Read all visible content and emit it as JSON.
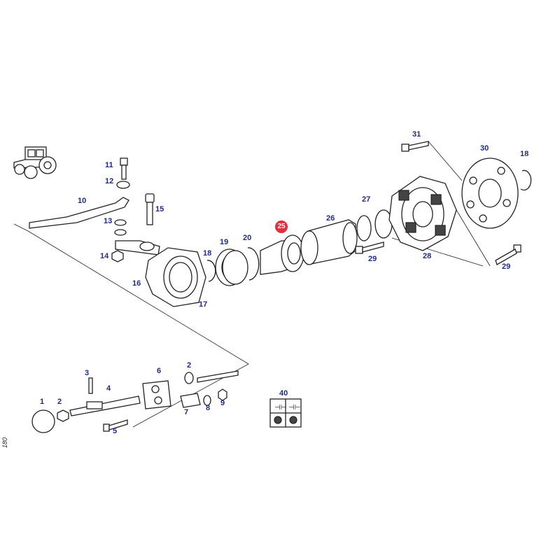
{
  "part_labels": {
    "l1": "1",
    "l2a": "2",
    "l2b": "2",
    "l3": "3",
    "l4": "4",
    "l5": "5",
    "l6": "6",
    "l7": "7",
    "l8": "8",
    "l9": "9",
    "l10": "10",
    "l11": "11",
    "l12": "12",
    "l13": "13",
    "l14": "14",
    "l15": "15",
    "l16": "16",
    "l17": "17",
    "l18a": "18",
    "l18b": "18",
    "l19": "19",
    "l20": "20",
    "l25": "25",
    "l26": "26",
    "l27": "27",
    "l28": "28",
    "l29a": "29",
    "l29b": "29",
    "l30": "30",
    "l31": "31",
    "l40": "40"
  },
  "highlighted_part": "25",
  "side_code": "180",
  "colors": {
    "label": "#1f2a8c",
    "highlight": "#e0303a",
    "line": "#222222"
  },
  "icons": [
    "tractor-icon",
    "kit-40-icon"
  ]
}
